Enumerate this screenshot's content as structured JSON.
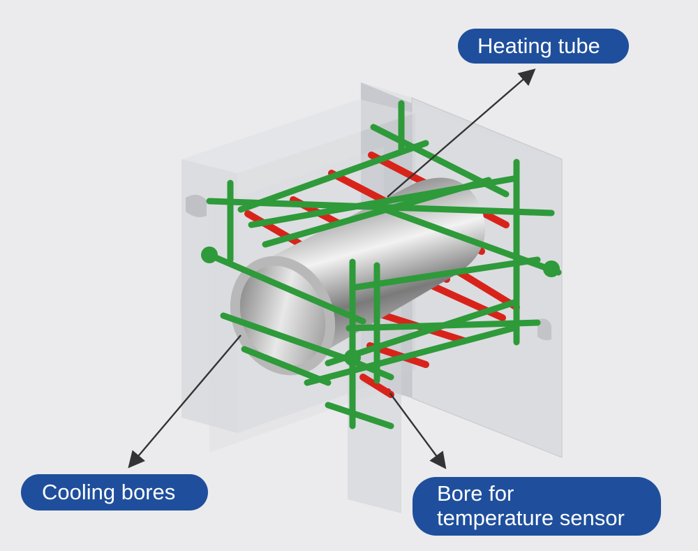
{
  "labels": {
    "heating_tube": "Heating tube",
    "cooling_bores": "Cooling bores",
    "sensor_line1": "Bore for",
    "sensor_line2": "temperature sensor"
  },
  "colors": {
    "background": "#ebebed",
    "callout_bg": "#1f4f9c",
    "callout_text": "#ffffff",
    "cooling_pipe": "#2e9a3a",
    "heating_pipe": "#d8231b",
    "block": "#d9dbdf",
    "arrow": "#333333"
  }
}
